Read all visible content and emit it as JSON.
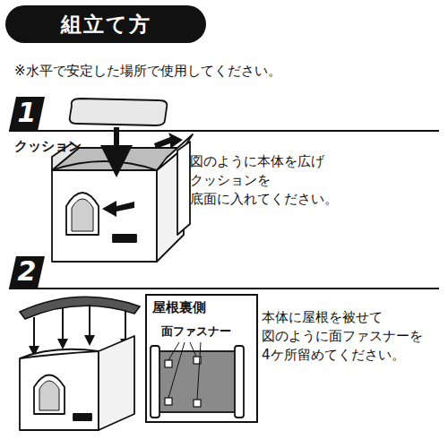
{
  "diagram": {
    "title": "組立て方",
    "nodes": [
      {
        "text": [
          "屋根裏側"
        ]
      }
    ],
    "labels": [
      "※水平で安定した場所で使用してください。",
      "1",
      "クッション",
      "図のように本体を広げ クッションを 底面に入れてください。",
      "2",
      "面ファスナー",
      "本体に屋根を被せて 図のように面ファスナーを 4ケ所留めてください。"
    ]
  }
}
